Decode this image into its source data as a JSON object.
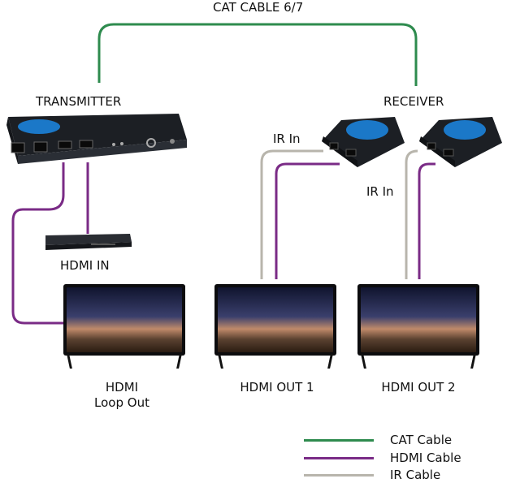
{
  "labels": {
    "cat_cable_top": "CAT CABLE 6/7",
    "transmitter": "TRANSMITTER",
    "receiver": "RECEIVER",
    "ir_in_1": "IR In",
    "ir_in_2": "IR In",
    "hdmi_in": "HDMI IN",
    "tv_loop_line1": "HDMI",
    "tv_loop_line2": "Loop Out",
    "tv_out1": "HDMI OUT 1",
    "tv_out2": "HDMI OUT 2"
  },
  "legend": {
    "cat": "CAT Cable",
    "hdmi": "HDMI Cable",
    "ir": "IR Cable"
  },
  "colors": {
    "cat": "#2e8b4e",
    "hdmi": "#7a2b86",
    "ir": "#b8b5ac",
    "device_blue": "#1b78c8",
    "device_dark": "#1c1f24"
  },
  "icons": {
    "transmitter": "hdmi-extender-transmitter-icon",
    "receiver": "hdmi-extender-receiver-icon",
    "source": "blu-ray-player-icon",
    "display": "television-icon"
  }
}
